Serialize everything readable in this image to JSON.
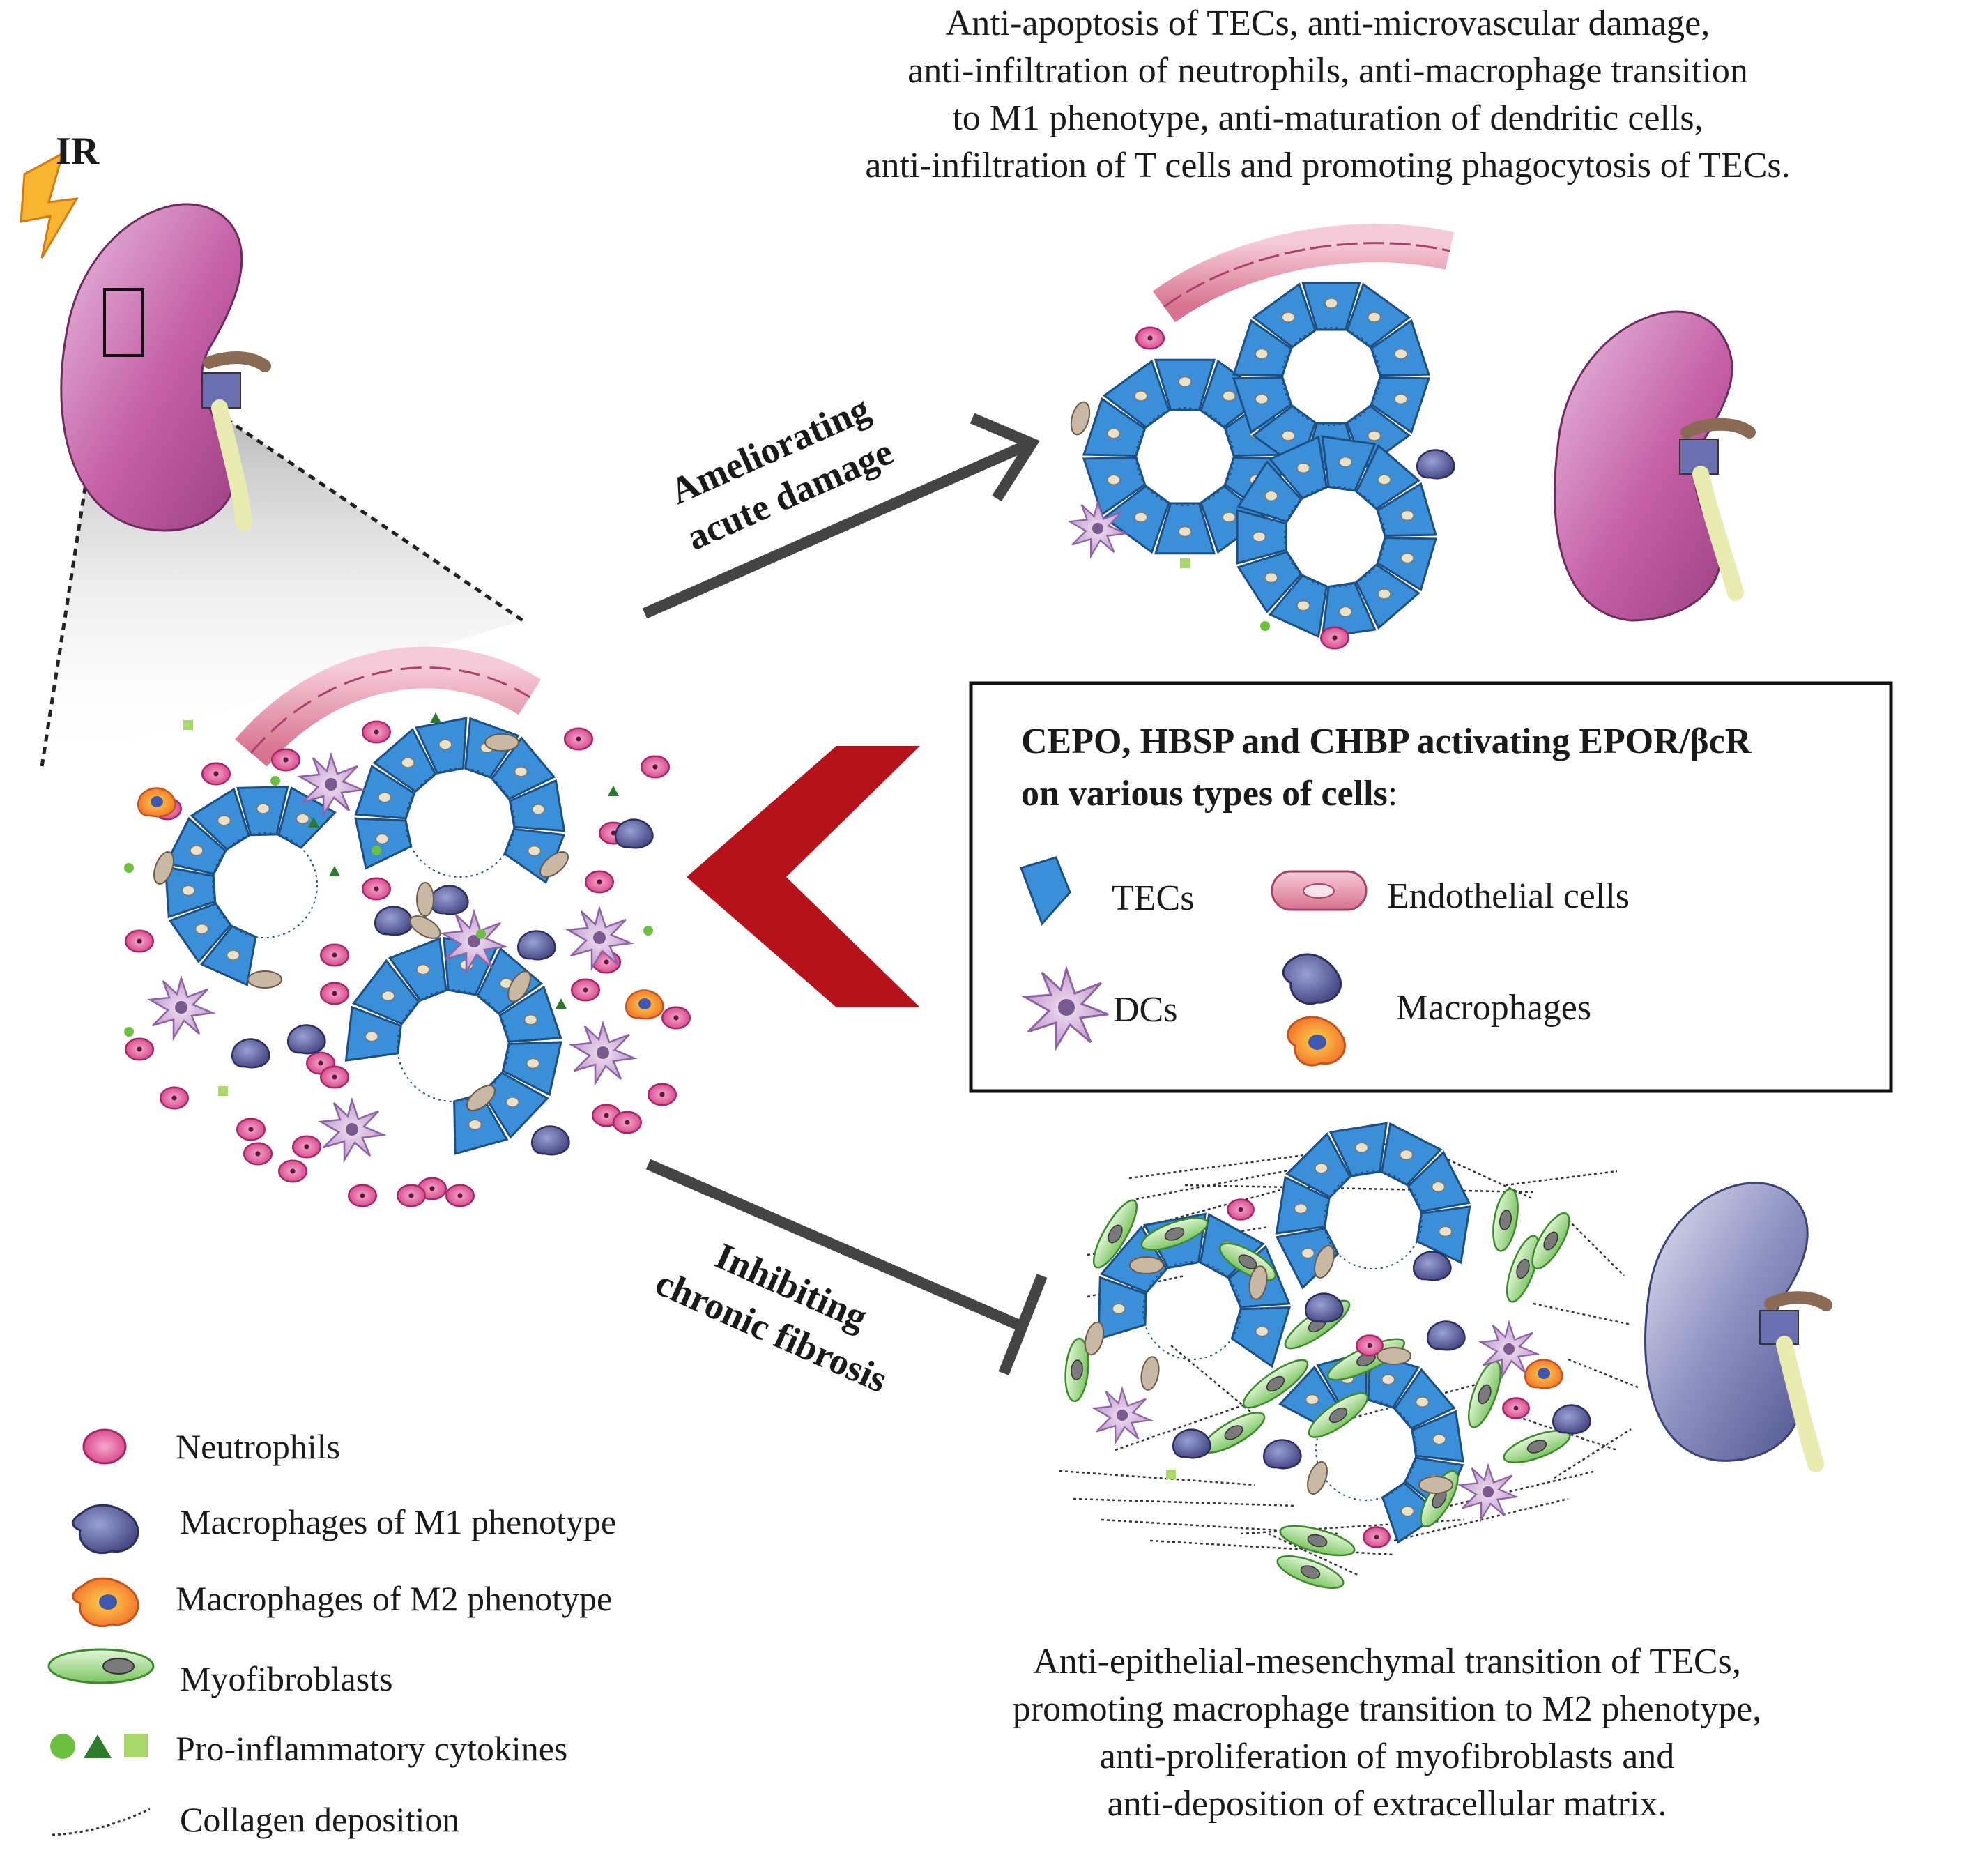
{
  "ir_label": "IR",
  "top_effects": [
    "Anti-apoptosis of TECs, anti-microvascular damage,",
    "anti-infiltration of neutrophils, anti-macrophage transition",
    "to M1 phenotype, anti-maturation of dendritic cells,",
    "anti-infiltration of T cells and promoting phagocytosis of TECs."
  ],
  "arrow_acute": [
    "Ameliorating",
    "acute damage"
  ],
  "arrow_chronic": [
    "Inhibiting",
    "chronic fibrosis"
  ],
  "mechanism_box": {
    "title_lines": [
      "CEPO, HBSP and CHBP activating EPOR/βcR",
      "on various types of cells"
    ],
    "title_suffix": ":",
    "items": {
      "tecs": "TECs",
      "endothelial": "Endothelial cells",
      "dcs": "DCs",
      "macrophages": "Macrophages"
    }
  },
  "bottom_effects": [
    "Anti-epithelial-mesenchymal transition of TECs,",
    "promoting macrophage transition to M2 phenotype,",
    "anti-proliferation of myofibroblasts and",
    "anti-deposition of extracellular matrix."
  ],
  "legend": [
    "Neutrophils",
    "Macrophages of M1 phenotype",
    "Macrophages of M2 phenotype",
    "Myofibroblasts",
    "Pro-inflammatory cytokines",
    "Collagen deposition"
  ],
  "colors": {
    "tec": "#3a8fd8",
    "kidney_injured": "#b24f93",
    "kidney_healthy": "#b24f93",
    "kidney_fibrotic": "#6a6fa6",
    "inhibit_chevron": "#b5121b",
    "neutrophil": "#d9448b",
    "myofibroblast": "#8fd17a",
    "cytokine": "#6dbf3f"
  }
}
